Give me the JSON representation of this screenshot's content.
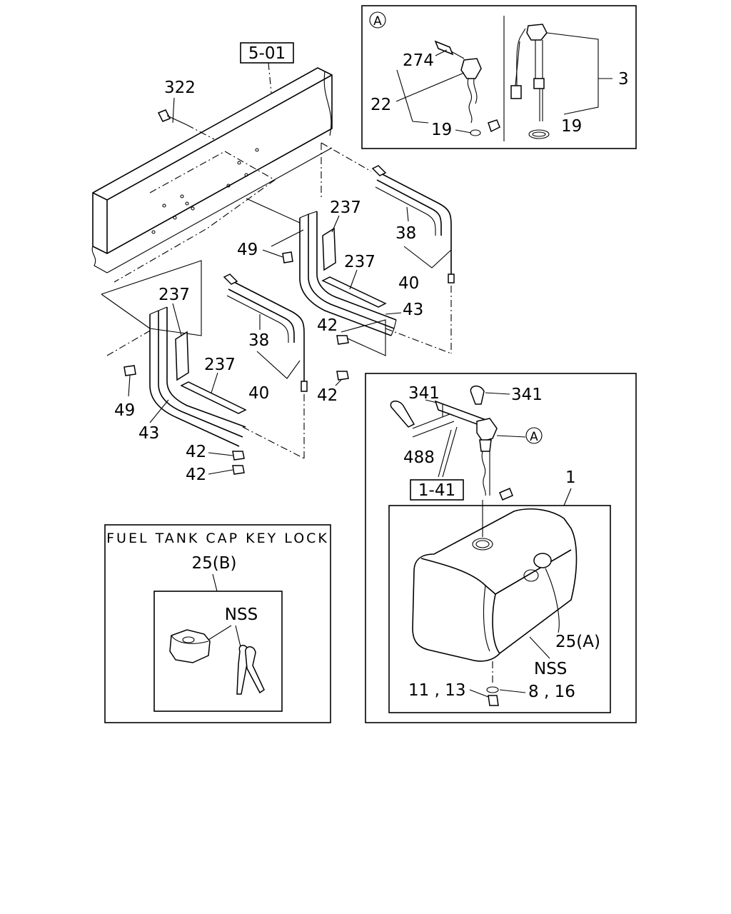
{
  "labels": {
    "ref_5_01": "5-01",
    "bolt_322": "322",
    "strap_237_a": "237",
    "strap_237_b": "237",
    "strap_237_c": "237",
    "strap_237_d": "237",
    "band_38_a": "38",
    "band_38_b": "38",
    "band_40_a": "40",
    "band_40_b": "40",
    "bracket_43_a": "43",
    "bracket_43_b": "43",
    "nut_49_a": "49",
    "nut_49_b": "49",
    "nut_42_a": "42",
    "nut_42_b": "42",
    "nut_42_c": "42",
    "nut_42_d": "42"
  },
  "detail_a": {
    "marker": "A",
    "part_274": "274",
    "part_22": "22",
    "part_19_left": "19",
    "part_19_right": "19",
    "part_3": "3"
  },
  "tank_panel": {
    "clip_341_left": "341",
    "clip_341_right": "341",
    "part_488": "488",
    "ref_1_41": "1-41",
    "marker": "A",
    "tank_1": "1",
    "cap_25a": "25(A)",
    "nss": "NSS",
    "drain_plug": "11 , 13",
    "washer": "8 , 16"
  },
  "keylock_panel": {
    "title": "FUEL TANK CAP KEY LOCK",
    "cap_25b": "25(B)",
    "nss": "NSS"
  }
}
